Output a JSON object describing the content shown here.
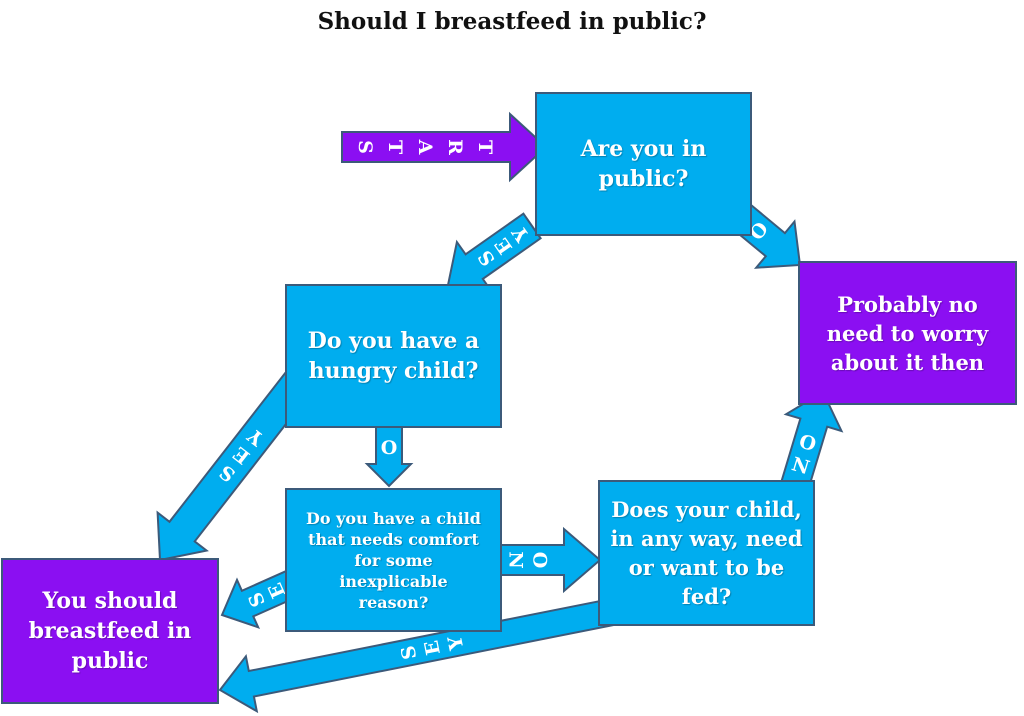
{
  "title": "Should I breastfeed in public?",
  "colors": {
    "decision": "#00adef",
    "terminal": "#8b0ff2",
    "border": "#3c5a7a"
  },
  "nodes": {
    "are_you_in_public": "Are you in public?",
    "hungry_child": "Do you have a hungry child?",
    "comfort_child": "Do you have a child that needs comfort for some inexplicable reason?",
    "need_fed": "Does your child, in any way, need or want to be fed?",
    "probably_no_need": "Probably no need to worry about it then",
    "should_breastfeed": "You should breastfeed in public"
  },
  "arrows": {
    "start": "START",
    "public_yes": "YES",
    "public_no": "NO",
    "hungry_yes": "YES",
    "hungry_no": "NO",
    "comfort_yes": "YES",
    "comfort_no": "NO",
    "fed_no": "NO",
    "fed_yes": "YES"
  }
}
